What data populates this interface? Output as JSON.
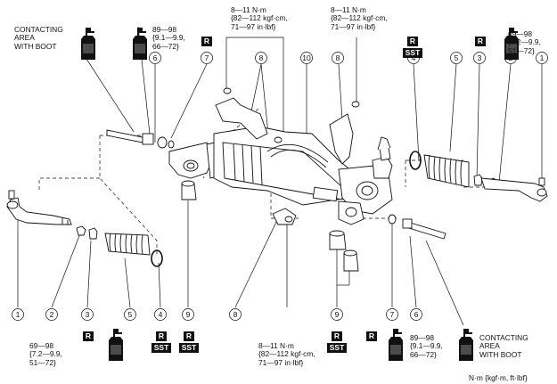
{
  "labels": {
    "contact_left": "CONTACTING\nAREA\nWITH BOOT",
    "contact_right": "CONTACTING\nAREA\nWITH BOOT",
    "torque_top_left_6": "89—98\n{9.1—9.9,\n66—72}",
    "torque_top_8a": "8—11 N·m\n{82—112 kgf·cm,\n71—97 in·lbf}",
    "torque_top_8b": "8—11 N·m\n{82—112 kgf·cm,\n71—97 in·lbf}",
    "torque_top_right_2": "69—98\n{7.2—9.9,\n51—72}",
    "torque_bottom_2": "69—98\n{7.2—9.9,\n51—72}",
    "torque_bottom_8": "8—11 N·m\n{82—112 kgf·cm,\n71—97 in·lbf}",
    "torque_bottom_6": "89—98\n{9.1—9.9,\n66—72}",
    "units_legend": "N·m {kgf·m, ft·lbf}"
  },
  "tags": {
    "r": "R",
    "sst": "SST"
  },
  "callouts": [
    "1",
    "2",
    "3",
    "4",
    "5",
    "6",
    "7",
    "8",
    "9",
    "10"
  ]
}
